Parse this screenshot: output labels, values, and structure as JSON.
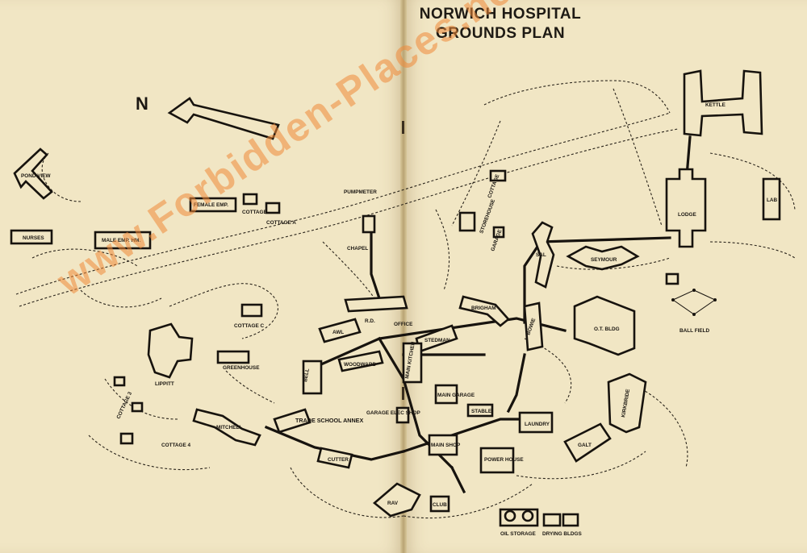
{
  "map": {
    "title_line1": "NORWICH HOSPITAL",
    "title_line2": "GROUNDS PLAN",
    "north_marker": "N",
    "watermark": "www.Forbidden-Places.net",
    "labels": {
      "pond_view": "POND VIEW",
      "nurses": "NURSES",
      "male_emp_hm": "MALE EMP. HM.",
      "female_emp": "FEMALE EMP.",
      "cottage_b": "COTTAGE B",
      "cottage_a": "COTTAGE A",
      "pumpmeter": "PUMPMETER",
      "cottage": "COTTAGE",
      "storehouse": "STOREHOUSE",
      "garage": "GARAGE",
      "chapel": "CHAPEL",
      "kettle": "KETTLE",
      "lodge": "LODGE",
      "lab": "LAB",
      "sal": "SAL",
      "seymour": "SEYMOUR",
      "cottage_c": "COTTAGE C",
      "greenhouse": "GREENHOUSE",
      "lippitt": "LIPPITT",
      "awl": "AWL",
      "rd": "R.D.",
      "office": "OFFICE",
      "stedman": "STEDMAN",
      "brigham": "BRIGHAM",
      "bowie": "BOWIE",
      "ot_bldg": "O.T. BLDG",
      "ball_field": "BALL FIELD",
      "woodward": "WOODWARD",
      "main_kitchen": "MAIN KITCHEN",
      "bell": "BELL",
      "main_garage": "MAIN GARAGE",
      "trade_school_annex": "TRADE SCHOOL ANNEX",
      "garage_elec": "GARAGE ELEC SHOP",
      "stable": "STABLE",
      "laundry": "LAUNDRY",
      "kirkbride": "KIRKBRIDE",
      "galt": "GALT",
      "mitchell": "MITCHELL",
      "cottage_4": "COTTAGE 4",
      "cottage_3": "COTTAGE 3",
      "cutter": "CUTTER",
      "main_shop": "MAIN SHOP",
      "power_house": "POWER HOUSE",
      "ravi": "RAV",
      "club": "CLUB",
      "oil_storage": "OIL STORAGE",
      "drying_bldgs": "DRYING BLDGS"
    }
  },
  "colors": {
    "paper": "#f1e6c4",
    "ink": "#17130e",
    "watermark": "#f08a3a"
  }
}
